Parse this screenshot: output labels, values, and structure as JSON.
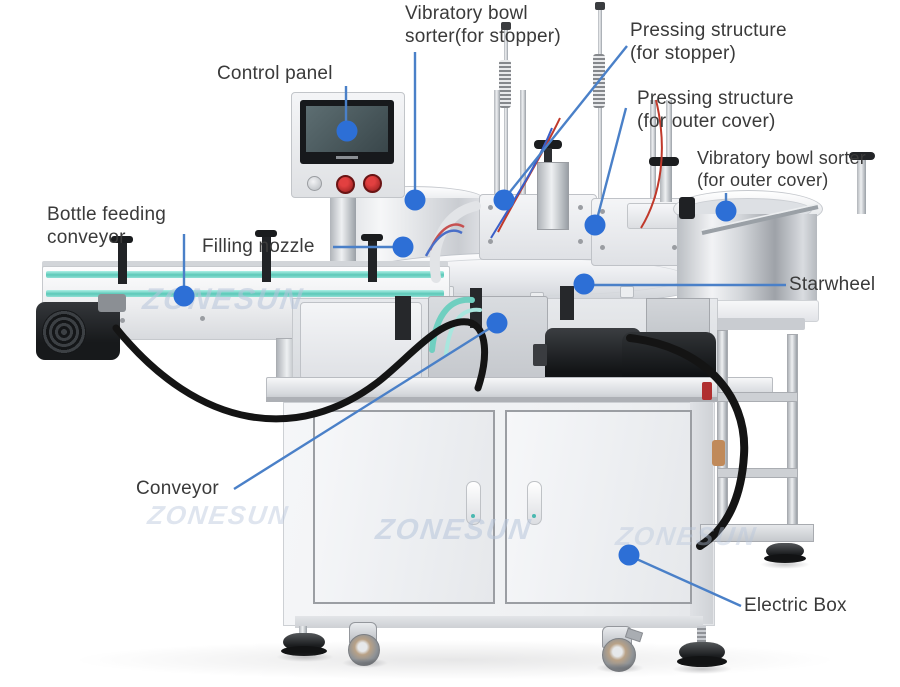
{
  "labels": [
    {
      "id": "vibratory-bowl-sorter-stopper",
      "text": "Vibratory bowl\nsorter(for stopper)"
    },
    {
      "id": "control-panel",
      "text": "Control panel"
    },
    {
      "id": "pressing-structure-stopper",
      "text": "Pressing structure\n(for stopper)"
    },
    {
      "id": "pressing-structure-outer-cover",
      "text": "Pressing structure\n(for outer cover)"
    },
    {
      "id": "vibratory-bowl-sorter-outer-cover",
      "text": "Vibratory bowl sorter\n(for outer cover)"
    },
    {
      "id": "bottle-feeding-conveyor",
      "text": "Bottle feeding\nconveyor"
    },
    {
      "id": "filling-nozzle",
      "text": "Filling nozzle"
    },
    {
      "id": "starwheel",
      "text": "Starwheel"
    },
    {
      "id": "conveyor",
      "text": "Conveyor"
    },
    {
      "id": "electric-box",
      "text": "Electric Box"
    }
  ],
  "watermark": {
    "text": "ZONESUN"
  },
  "colors": {
    "callout_line": "#4a80c8",
    "callout_dot": "#2d6fd6",
    "label_text": "#3a3a3a",
    "teal_rail": "#7fd8cc",
    "red_button": "#a81e1e"
  }
}
